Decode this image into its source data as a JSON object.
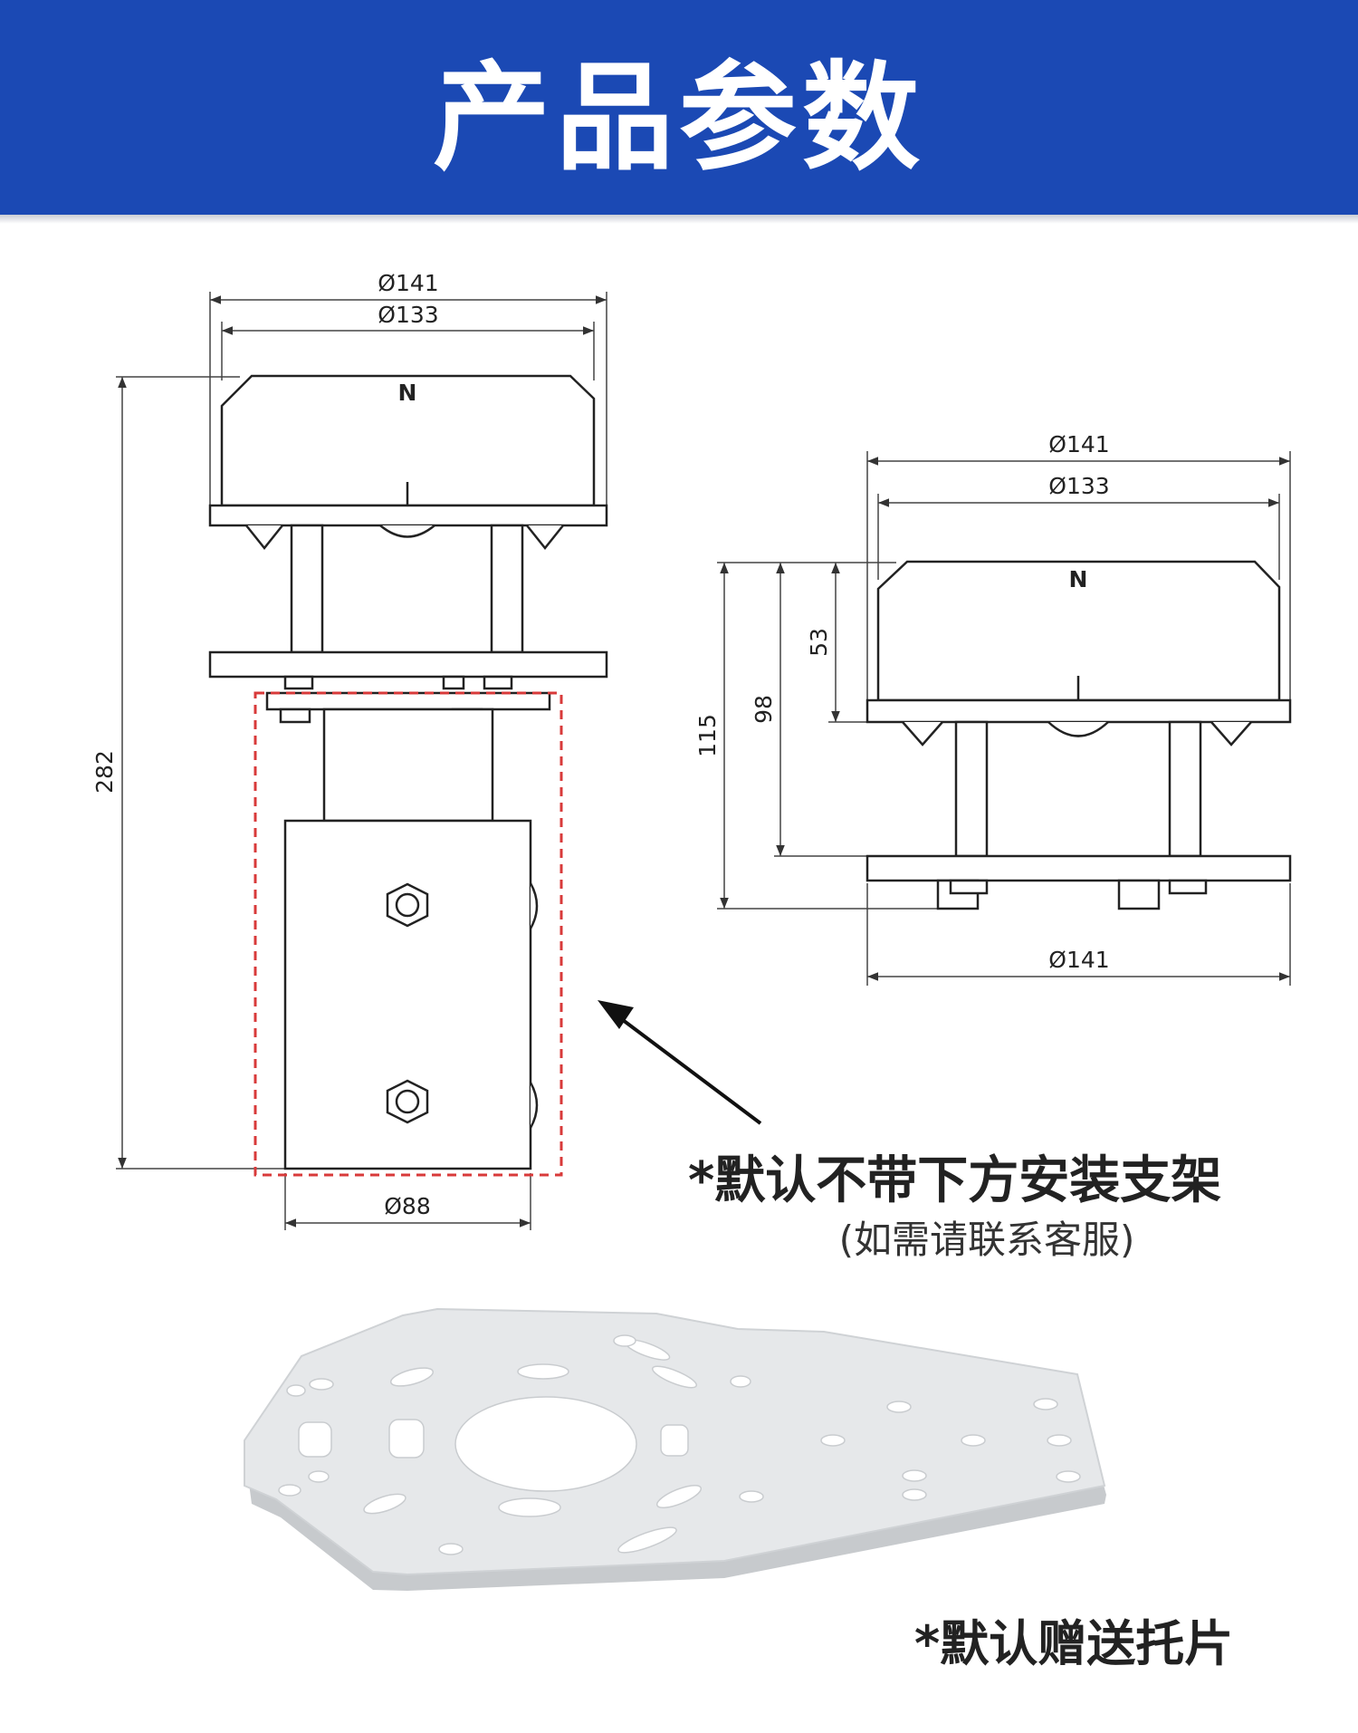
{
  "header": {
    "title": "产品参数"
  },
  "front_view": {
    "dims": {
      "outer_diameter": "Ø141",
      "inner_diameter": "Ø133",
      "total_height": "282",
      "mount_diameter": "Ø88",
      "north_mark": "N"
    }
  },
  "side_view": {
    "dims": {
      "outer_diameter": "Ø141",
      "inner_diameter": "Ø133",
      "bottom_diameter": "Ø141",
      "height_53": "53",
      "height_98": "98",
      "height_115": "115",
      "north_mark": "N"
    }
  },
  "notes": {
    "bracket_note": "*默认不带下方安装支架",
    "bracket_sub": "(如需请联系客服)",
    "plate_note": "*默认赠送托片"
  },
  "colors": {
    "header_bg": "#1b49b4",
    "highlight_box": "#d83a3a",
    "plate": "#e6e8ea"
  }
}
